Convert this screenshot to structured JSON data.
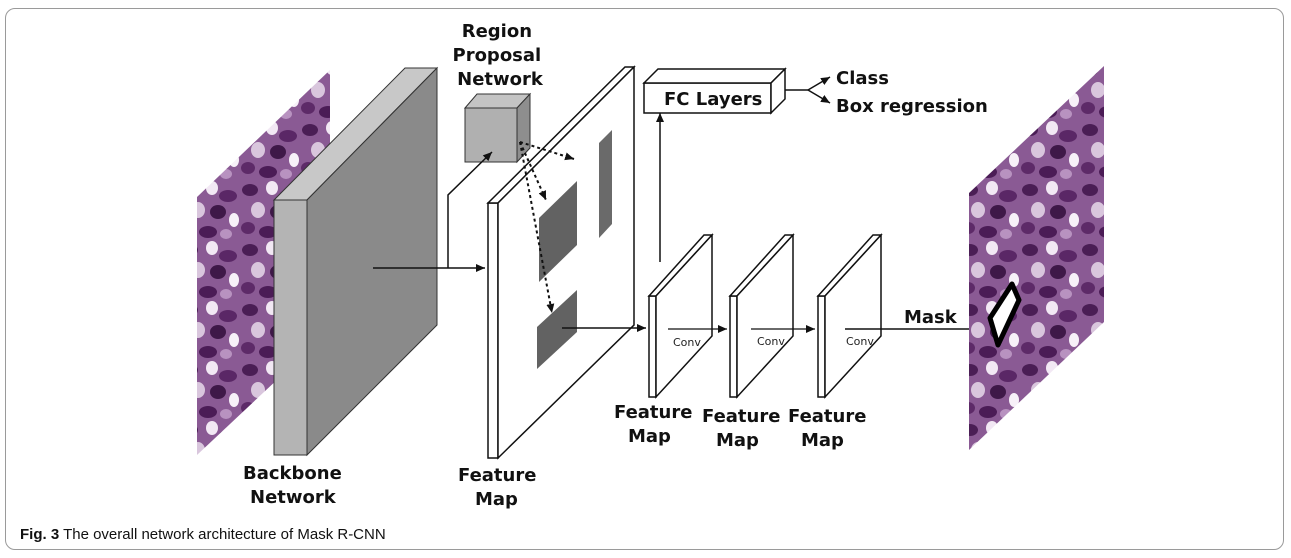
{
  "caption": {
    "label": "Fig. 3",
    "text": "The overall network architecture of Mask R-CNN"
  },
  "labels": {
    "backbone": [
      "Backbone",
      "Network"
    ],
    "rpn": [
      "Region",
      "Proposal",
      "Network"
    ],
    "feature_map_main": [
      "Feature",
      "Map"
    ],
    "fc_layers": "FC Layers",
    "class": "Class",
    "box_regression": "Box regression",
    "feature_maps": [
      [
        "Feature",
        "Map"
      ],
      [
        "Feature",
        "Map"
      ],
      [
        "Feature",
        "Map"
      ]
    ],
    "conv": [
      "Conv",
      "Conv",
      "Conv"
    ],
    "mask": "Mask"
  },
  "colors": {
    "backbone": "#8a8a8a",
    "rpn_box": "#b0b0b0",
    "roi": "#626262",
    "tissue": "#6b3a78"
  }
}
